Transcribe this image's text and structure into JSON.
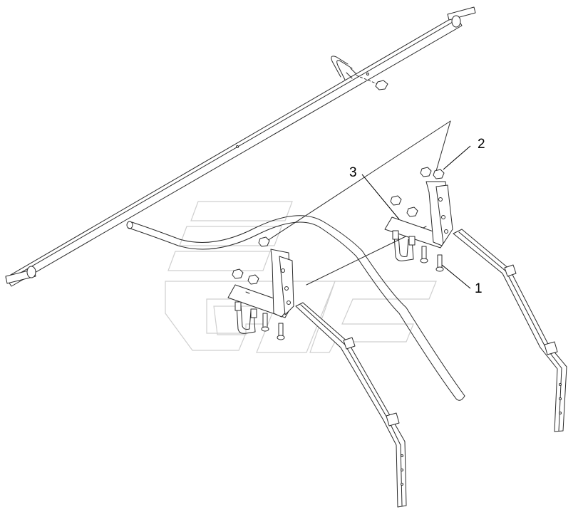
{
  "diagram": {
    "callouts": [
      {
        "id": "1",
        "label": "1"
      },
      {
        "id": "2",
        "label": "2"
      },
      {
        "id": "3",
        "label": "3"
      }
    ],
    "colors": {
      "line": "#2b2b2b",
      "watermark": "#d9d9d9",
      "part_fill": "#ffffff"
    }
  }
}
